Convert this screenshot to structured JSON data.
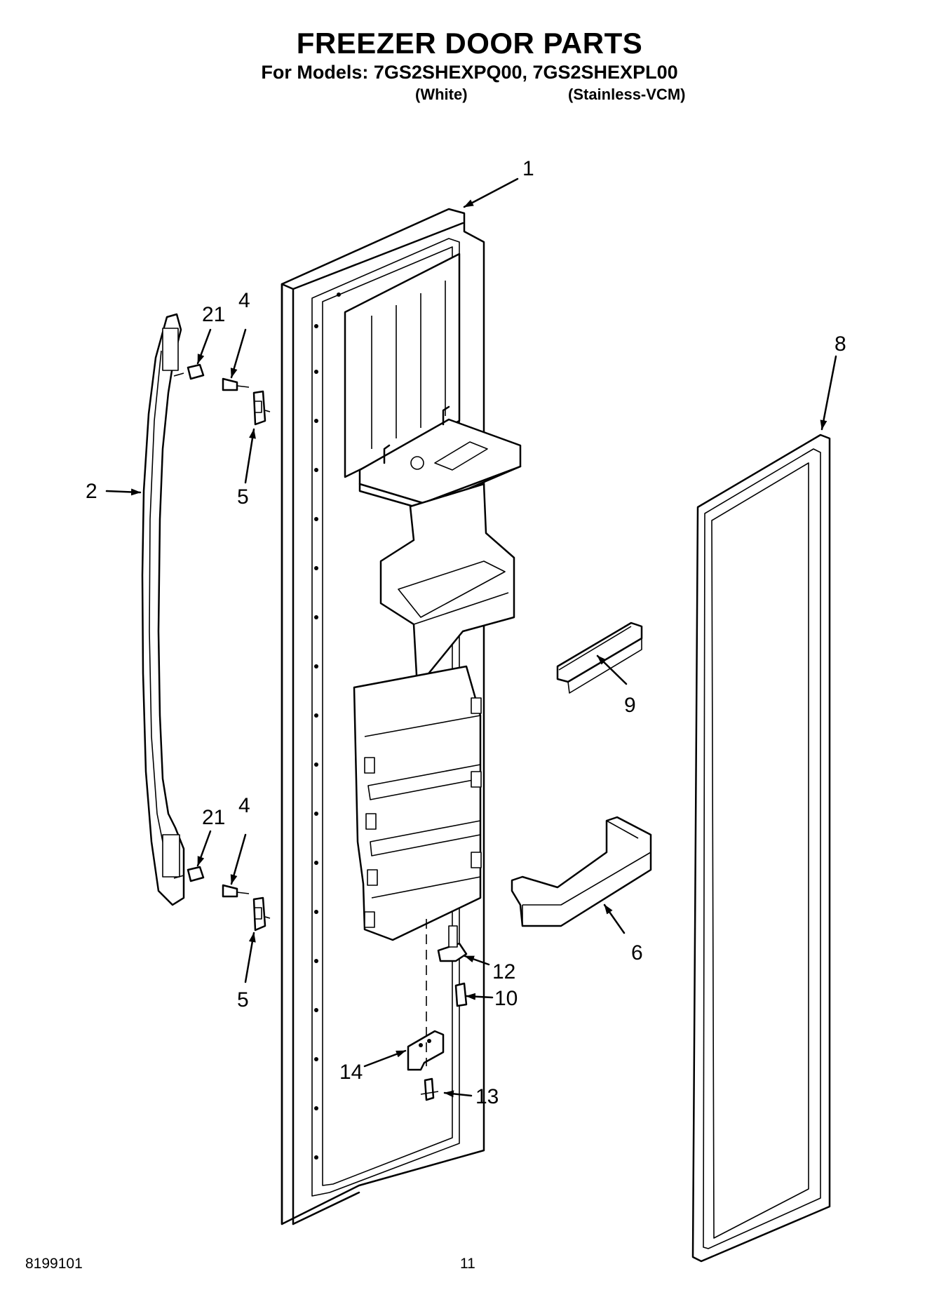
{
  "header": {
    "title": "FREEZER DOOR PARTS",
    "models_line": "For Models: 7GS2SHEXPQ00, 7GS2SHEXPL00",
    "variant_white": "(White)",
    "variant_stainless": "(Stainless-VCM)"
  },
  "callouts": {
    "c1": "1",
    "c2": "2",
    "c4_top": "4",
    "c4_bottom": "4",
    "c5_top": "5",
    "c5_bottom": "5",
    "c6": "6",
    "c8": "8",
    "c9": "9",
    "c10": "10",
    "c12": "12",
    "c13": "13",
    "c14": "14",
    "c21_top": "21",
    "c21_bottom": "21"
  },
  "footer": {
    "doc_number": "8199101",
    "page_number": "11"
  }
}
